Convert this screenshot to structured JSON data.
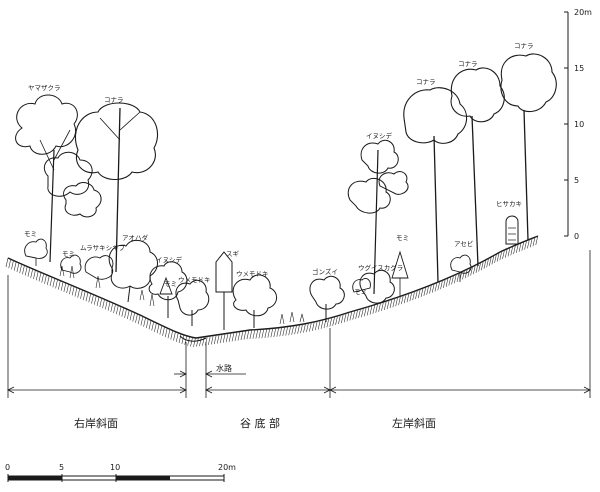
{
  "vertical_scale": {
    "ticks": [
      "20m",
      "15",
      "10",
      "5",
      "0"
    ]
  },
  "horizontal_scale": {
    "ticks": [
      "0",
      "5",
      "10",
      "20m"
    ]
  },
  "zones": {
    "right_bank": "右岸斜面",
    "valley_floor": "谷 底 部",
    "left_bank": "左岸斜面",
    "channel": "水路"
  },
  "species": {
    "yamazakura": "ヤマザクラ",
    "konara_1": "コナラ",
    "momi_1": "モミ",
    "momi_2": "モミ",
    "murasakishikibu": "ムラサキシキブ",
    "aohada": "アオハダ",
    "inushide_1": "イヌシデ",
    "momi_3": "モミ",
    "umemodoki_1": "ウメモドキ",
    "sugi": "スギ",
    "umemodoki_2": "ウメモドキ",
    "gonzui": "ゴンズイ",
    "uguisukagura": "ウグイスカグラ",
    "momi_4": "モミ",
    "momi_5": "モミ",
    "inushide_2": "イヌシデ",
    "konara_2": "コナラ",
    "konara_3": "コナラ",
    "konara_4": "コナラ",
    "asebi": "アセビ",
    "hisakaki": "ヒサカキ"
  }
}
